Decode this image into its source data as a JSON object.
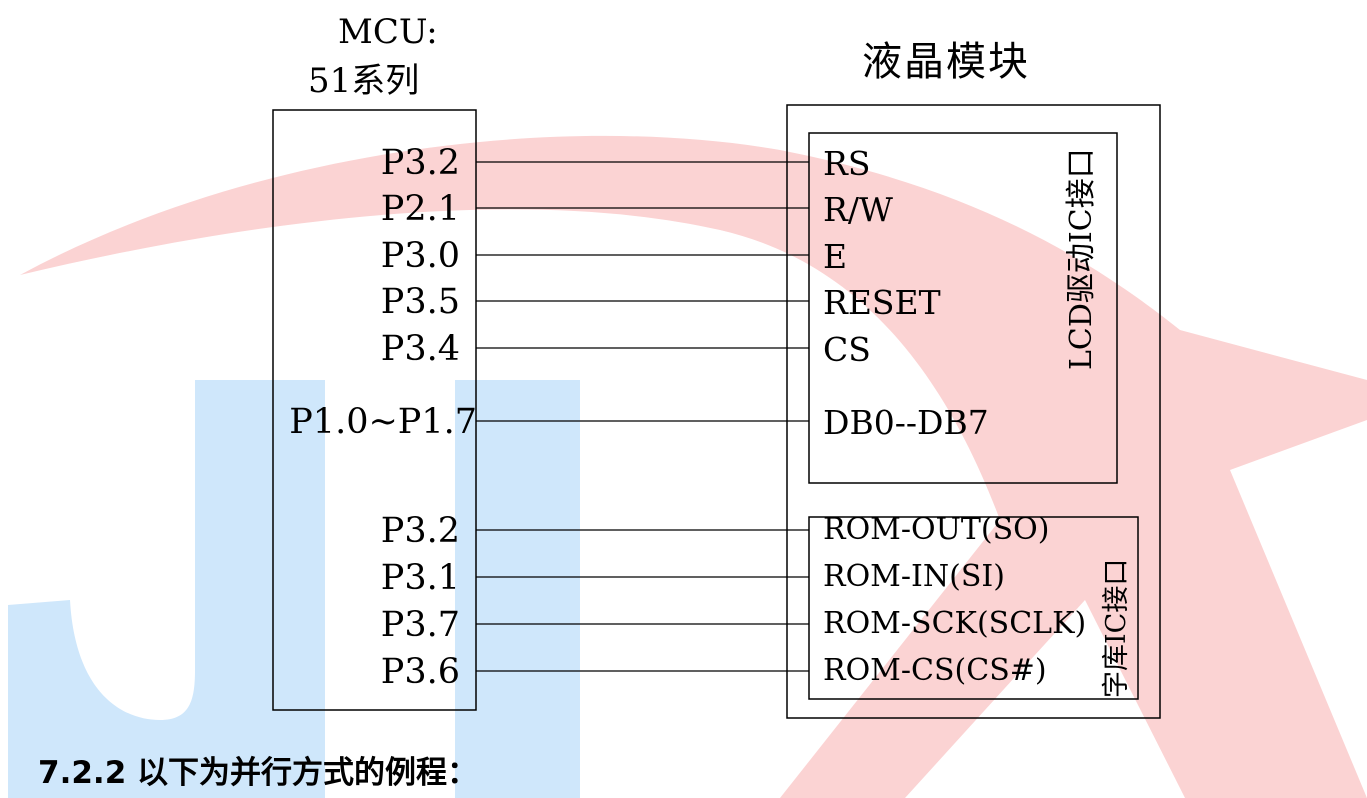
{
  "watermark": {
    "letters": [
      "J",
      "L",
      "X"
    ],
    "colors": {
      "blue": "#cfe7fb",
      "red": "#fbd3d3"
    }
  },
  "mcu": {
    "title_line1": "MCU:",
    "title_line2": "51系列"
  },
  "lcd_module": {
    "title": "液晶模块"
  },
  "lcd_interface": {
    "label": "LCD驱动IC接口",
    "connections": [
      {
        "mcu_pin": "P3.2",
        "signal": "RS"
      },
      {
        "mcu_pin": "P2.1",
        "signal": "R/W"
      },
      {
        "mcu_pin": "P3.0",
        "signal": "E"
      },
      {
        "mcu_pin": "P3.5",
        "signal": "RESET"
      },
      {
        "mcu_pin": "P3.4",
        "signal": "CS"
      },
      {
        "mcu_pin": "P1.0~P1.7",
        "signal": "DB0--DB7"
      }
    ]
  },
  "font_rom_interface": {
    "label": "字库IC接口",
    "connections": [
      {
        "mcu_pin": "P3.2",
        "signal": "ROM-OUT(SO)"
      },
      {
        "mcu_pin": "P3.1",
        "signal": "ROM-IN(SI)"
      },
      {
        "mcu_pin": "P3.7",
        "signal": "ROM-SCK(SCLK)"
      },
      {
        "mcu_pin": "P3.6",
        "signal": "ROM-CS(CS#)"
      }
    ]
  },
  "caption": "7.2.2 以下为并行方式的例程："
}
